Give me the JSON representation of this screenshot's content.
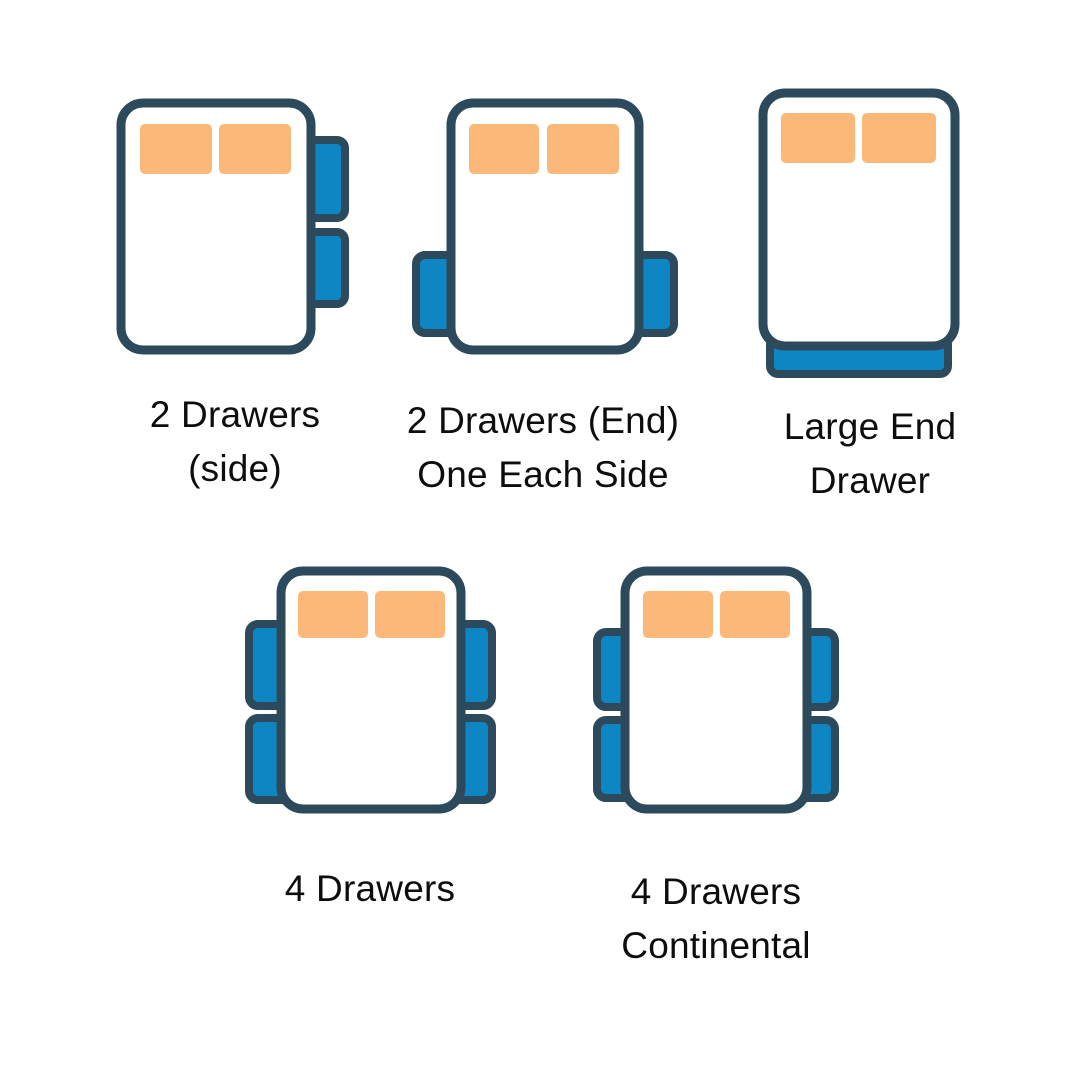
{
  "figure": {
    "kind": "bed-drawer-configuration-diagram",
    "background_color": "#ffffff",
    "palette": {
      "outline": "#2c4a5b",
      "drawer_fill": "#0e86c3",
      "mattress_fill": "#ffffff",
      "pillow_fill": "#fbb878",
      "caption_color": "#0d0d0d"
    }
  },
  "options": [
    {
      "id": "two-drawers-side",
      "label": "2 Drawers\n(side)",
      "drawer_count": 2,
      "drawer_placement": "right side, two stacked",
      "pillows": 2
    },
    {
      "id": "two-drawers-end-one-each-side",
      "label": "2 Drawers (End)\nOne Each Side",
      "drawer_count": 2,
      "drawer_placement": "left and right sides, one each near foot",
      "pillows": 2
    },
    {
      "id": "large-end-drawer",
      "label": "Large End\nDrawer",
      "drawer_count": 1,
      "drawer_placement": "full width at foot of bed",
      "pillows": 2
    },
    {
      "id": "four-drawers",
      "label": "4 Drawers",
      "drawer_count": 4,
      "drawer_placement": "two on each side",
      "pillows": 2
    },
    {
      "id": "four-drawers-continental",
      "label": "4 Drawers\nContinental",
      "drawer_count": 4,
      "drawer_placement": "two on each side, narrow continental style",
      "pillows": 2
    }
  ]
}
